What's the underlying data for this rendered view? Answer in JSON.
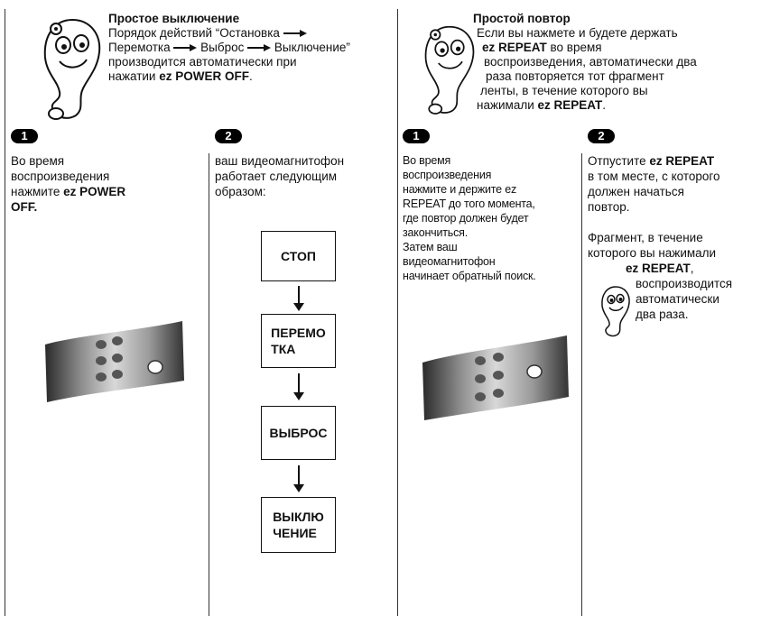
{
  "left": {
    "intro": {
      "title": "Простое выключение",
      "line1": "Порядок действий “Остановка",
      "line2a": "Перемотка",
      "line2b": "Выброс",
      "line2c": "Выключение”",
      "line3": "производится автоматически при",
      "line4": "нажатии",
      "line4b": "ez POWER OFF",
      "line4c": "."
    },
    "step1": {
      "badge": "1",
      "lines": [
        "Во время",
        "воспроизведения",
        "нажмите"
      ],
      "bold1": "ez POWER",
      "bold2": "OFF."
    },
    "step2": {
      "badge": "2",
      "lines": [
        "ваш видеомагнитофон",
        "работает следующим",
        "образом:"
      ],
      "flow": [
        {
          "line1": "СТОП",
          "line2": ""
        },
        {
          "line1": "ПЕРЕМО",
          "line2": "ТКА"
        },
        {
          "line1": "ВЫБРОС",
          "line2": ""
        },
        {
          "line1": "ВЫКЛЮ",
          "line2": "ЧЕНИЕ"
        }
      ]
    }
  },
  "right": {
    "intro": {
      "title": "Простой повтор",
      "line1": "Если вы нажмете и будете держать",
      "line2": "ez REPEAT",
      "line2b": "во время",
      "line3": "воспроизведения, автоматически два",
      "line4": "раза повторяется тот фрагмент",
      "line5": "ленты, в течение которого вы",
      "line6": "нажимали",
      "line6b": "ez REPEAT",
      "line6c": "."
    },
    "step1": {
      "badge": "1",
      "lines": [
        "Во время",
        "воспроизведения",
        "нажмите и держите ez",
        "REPEAT до того момента,",
        "где повтор должен будет",
        "закончиться.",
        "Затем ваш",
        "видеомагнитофон",
        "начинает обратный поиск."
      ]
    },
    "step2": {
      "badge": "2",
      "p1a": "Отпустите",
      "p1b": "ez REPEAT",
      "p1lines": [
        "в том месте, с которого",
        "должен начаться",
        "повтор."
      ],
      "p2lines": [
        "Фрагмент, в течение",
        "которого вы нажимали"
      ],
      "p2bold": "ez REPEAT",
      "p2comma": ",",
      "p2tail": [
        "воспроизводится",
        "автоматически",
        "два раза."
      ]
    }
  },
  "colors": {
    "ink": "#111111",
    "rule": "#333333"
  },
  "icons": [
    "ghost-mascot-icon",
    "arrow-right-icon",
    "arrow-down-icon",
    "remote-control-icon"
  ]
}
